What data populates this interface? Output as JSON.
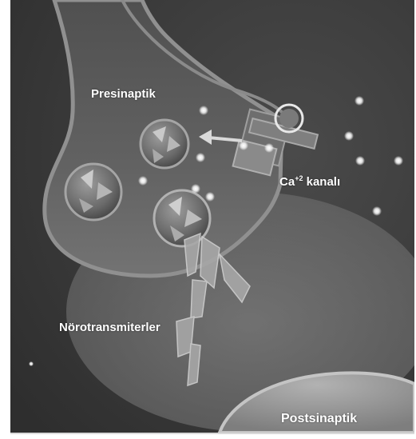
{
  "labels": {
    "presynaptic": "Presinaptik",
    "calcium_base": "Ca",
    "calcium_sup": "+2",
    "calcium_rest": " kanalı",
    "neurotransmitters": "Nörotransmiterler",
    "postsynaptic": "Postsinaptik"
  },
  "colors": {
    "background": "#3d3d3d",
    "terminal_fill": "#595959",
    "terminal_edge": "#8f8f8f",
    "postsynaptic_fill": "#9a9a9a",
    "label_text": "#ffffff",
    "ion_glow": "#ffffff"
  }
}
